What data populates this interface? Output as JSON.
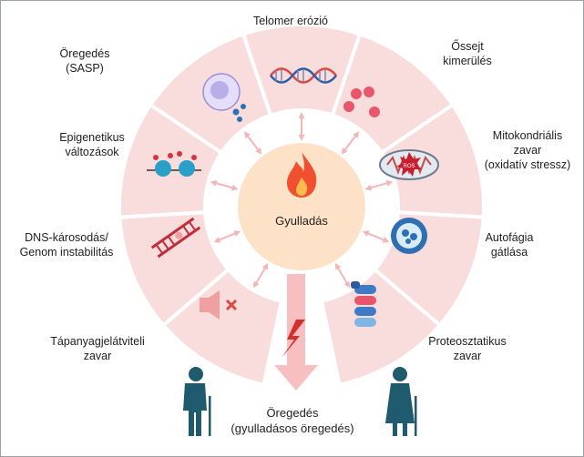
{
  "center": {
    "label": "Gyulladás",
    "icon": "flame-icon"
  },
  "hallmarks": [
    {
      "id": "telomer",
      "lines": [
        "Telomer erózió"
      ],
      "icon": "dna-helix-icon"
    },
    {
      "id": "ossejt",
      "lines": [
        "Őssejt",
        "kimerülés"
      ],
      "icon": "cells-icon"
    },
    {
      "id": "mito",
      "lines": [
        "Mitokondriális",
        "zavar",
        "(oxidatív stressz)"
      ],
      "icon": "mitochondrion-icon",
      "icon_text": "ROS"
    },
    {
      "id": "autofagia",
      "lines": [
        "Autofágia",
        "gátlása"
      ],
      "icon": "autophagosome-icon"
    },
    {
      "id": "proteo",
      "lines": [
        "Proteosztatikus",
        "zavar"
      ],
      "icon": "protein-stack-icon"
    },
    {
      "id": "tapanyag",
      "lines": [
        "Tápanyagjelátviteli",
        "zavar"
      ],
      "icon": "blocked-signal-icon"
    },
    {
      "id": "dns",
      "lines": [
        "DNS-károsodás/",
        "Genom instabilitás"
      ],
      "icon": "broken-dna-icon"
    },
    {
      "id": "epigen",
      "lines": [
        "Epigenetikus",
        "változások"
      ],
      "icon": "histone-icon"
    },
    {
      "id": "sasp",
      "lines": [
        "Öregedés",
        "(SASP)"
      ],
      "icon": "senescent-cell-icon"
    }
  ],
  "outcome": {
    "lines": [
      "Öregedés",
      "(gyulladásos öregedés)"
    ],
    "icons": [
      "elderly-man-icon",
      "elderly-woman-icon",
      "lightning-icon"
    ]
  },
  "colors": {
    "ring": "#f9dcdc",
    "sector_border": "#ffffff",
    "center_fill": "#fde2c8",
    "connector": "#f2b6b6",
    "arrow": "#f6b8b8",
    "figure": "#1f5a6e",
    "flame": "#f0502d",
    "accent_red": "#e04848"
  }
}
